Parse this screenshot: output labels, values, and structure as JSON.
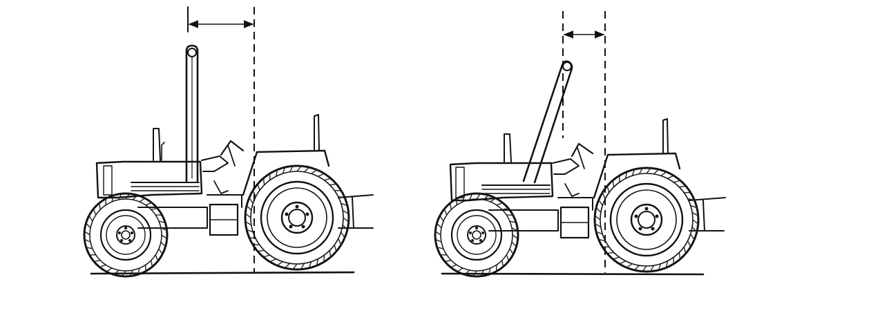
{
  "diagram": {
    "colors": {
      "ink": "#111111",
      "background": "#ffffff"
    },
    "figures": [
      {
        "id": "tractor-left",
        "hood_label": "",
        "roll_bar": "upright"
      },
      {
        "id": "tractor-right",
        "hood_label": "",
        "roll_bar": "tilted"
      }
    ]
  }
}
